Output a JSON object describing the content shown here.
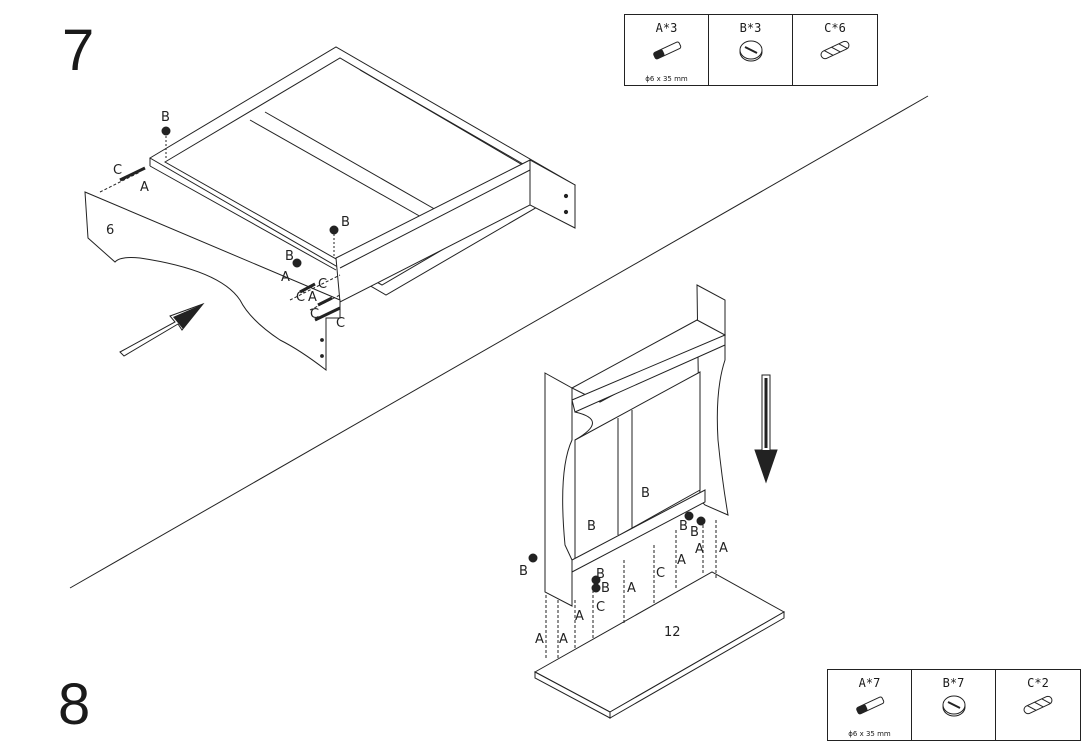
{
  "step7": {
    "number": "7",
    "parts": [
      {
        "label": "A*3",
        "spec": "ϕ6 x 35 mm",
        "icon": "dowel-icon"
      },
      {
        "label": "B*3",
        "spec": "",
        "icon": "cam-lock-icon"
      },
      {
        "label": "C*6",
        "spec": "",
        "icon": "wood-dowel-icon"
      }
    ],
    "panel_label": "6"
  },
  "step8": {
    "number": "8",
    "parts": [
      {
        "label": "A*7",
        "spec": "ϕ6 x 35 mm",
        "icon": "dowel-icon"
      },
      {
        "label": "B*7",
        "spec": "",
        "icon": "cam-lock-icon"
      },
      {
        "label": "C*2",
        "spec": "",
        "icon": "wood-dowel-icon"
      }
    ],
    "panel_label": "12"
  },
  "callouts": {
    "a": "A",
    "b": "B",
    "c": "C"
  }
}
